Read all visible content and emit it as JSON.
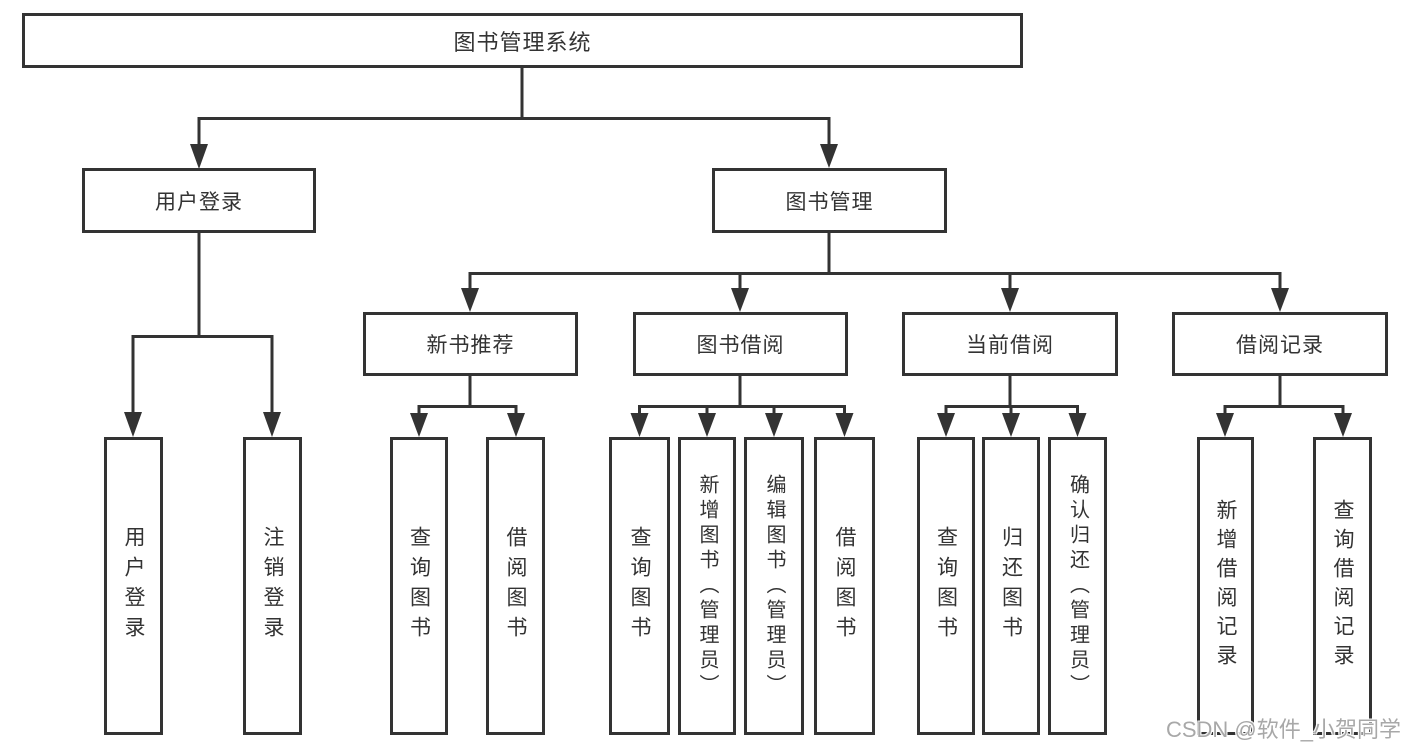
{
  "diagram": {
    "title": "图书管理系统",
    "watermark": "CSDN @软件_小贺同学",
    "colors": {
      "line": "#333333",
      "text": "#333333",
      "background": "#ffffff",
      "watermark": "#a8a8a8"
    },
    "level2": {
      "user_login": "用户登录",
      "book_mgmt": "图书管理"
    },
    "level3": {
      "new_book": "新书推荐",
      "book_borrow": "图书借阅",
      "current_borrow": "当前借阅",
      "borrow_records": "借阅记录"
    },
    "leaves": {
      "user_login": "用户登录",
      "logout": "注销登录",
      "nb_query": "查询图书",
      "nb_borrow": "借阅图书",
      "bb_query": "查询图书",
      "bb_add": "新增图书（管理员）",
      "bb_edit": "编辑图书（管理员）",
      "bb_borrow": "借阅图书",
      "cb_query": "查询图书",
      "cb_return": "归还图书",
      "cb_confirm": "确认归还（管理员）",
      "br_add": "新增借阅记录",
      "br_query": "查询借阅记录"
    }
  }
}
